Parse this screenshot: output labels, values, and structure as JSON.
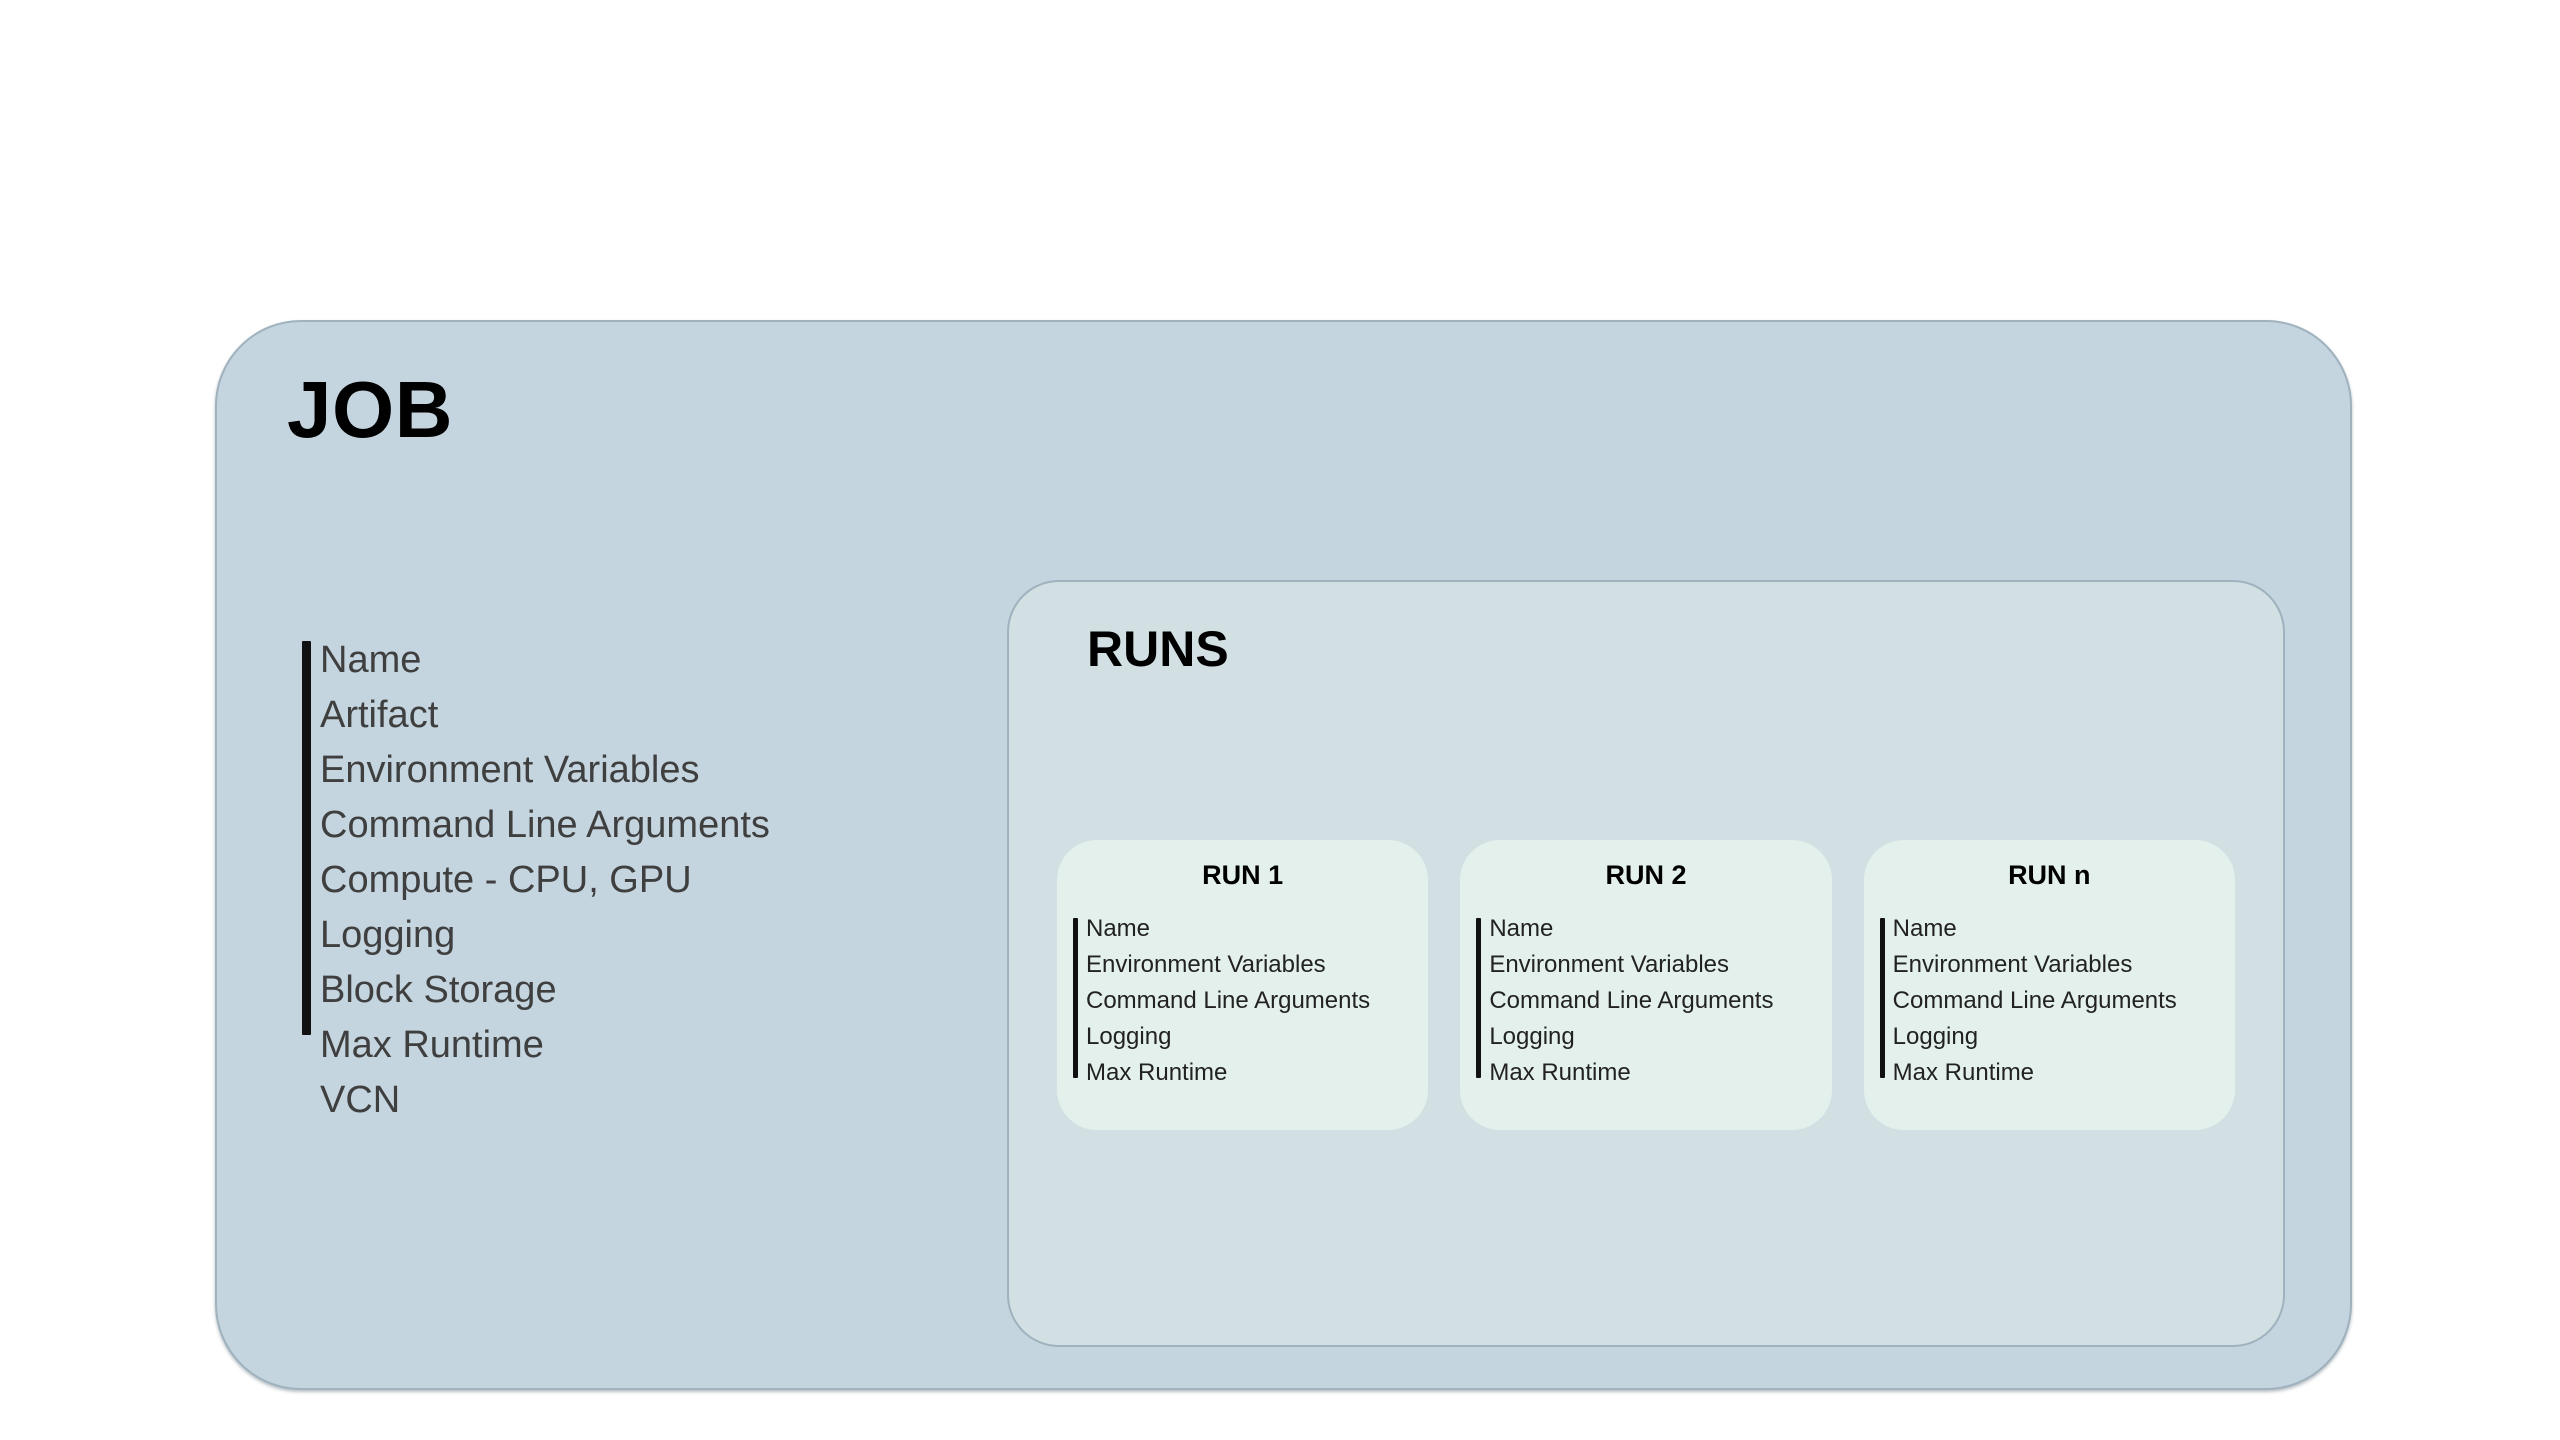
{
  "job": {
    "title": "JOB",
    "attributes": [
      "Name",
      "Artifact",
      "Environment Variables",
      "Command Line Arguments",
      "Compute - CPU, GPU",
      "Logging",
      "Block Storage",
      "Max Runtime",
      "VCN"
    ]
  },
  "runs": {
    "title": "RUNS",
    "cards": [
      {
        "title": "RUN 1",
        "attributes": [
          "Name",
          "Environment Variables",
          "Command Line Arguments",
          "Logging",
          "Max Runtime"
        ]
      },
      {
        "title": "RUN 2",
        "attributes": [
          "Name",
          "Environment Variables",
          "Command Line Arguments",
          "Logging",
          "Max Runtime"
        ]
      },
      {
        "title": "RUN n",
        "attributes": [
          "Name",
          "Environment Variables",
          "Command Line Arguments",
          "Logging",
          "Max Runtime"
        ]
      }
    ]
  },
  "colors": {
    "job_background": "#C4D5DF",
    "runs_background": "#D2E0E3",
    "run_card_background": "#E3F0EB",
    "border": "#9FB2BD",
    "title_text": "#000000",
    "job_item_text": "#3F3F3F",
    "run_item_text": "#222222",
    "accent_rule": "#111111",
    "page_background": "#FFFFFF"
  }
}
